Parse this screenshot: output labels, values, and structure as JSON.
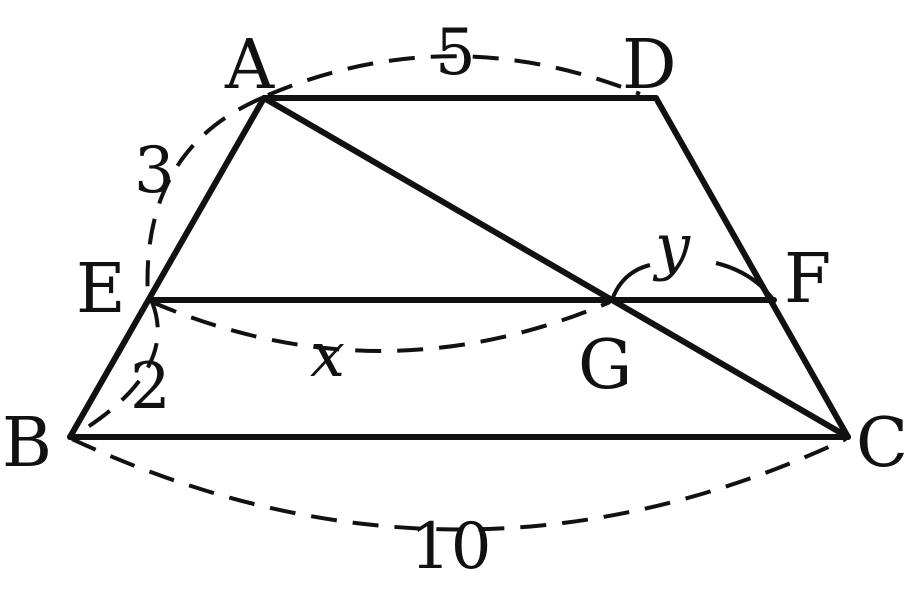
{
  "points": {
    "A": "A",
    "B": "B",
    "C": "C",
    "D": "D",
    "E": "E",
    "F": "F",
    "G": "G"
  },
  "measures": {
    "AD": "5",
    "AE": "3",
    "EB": "2",
    "BC": "10",
    "EG": "x",
    "angle_at_F": "y"
  }
}
